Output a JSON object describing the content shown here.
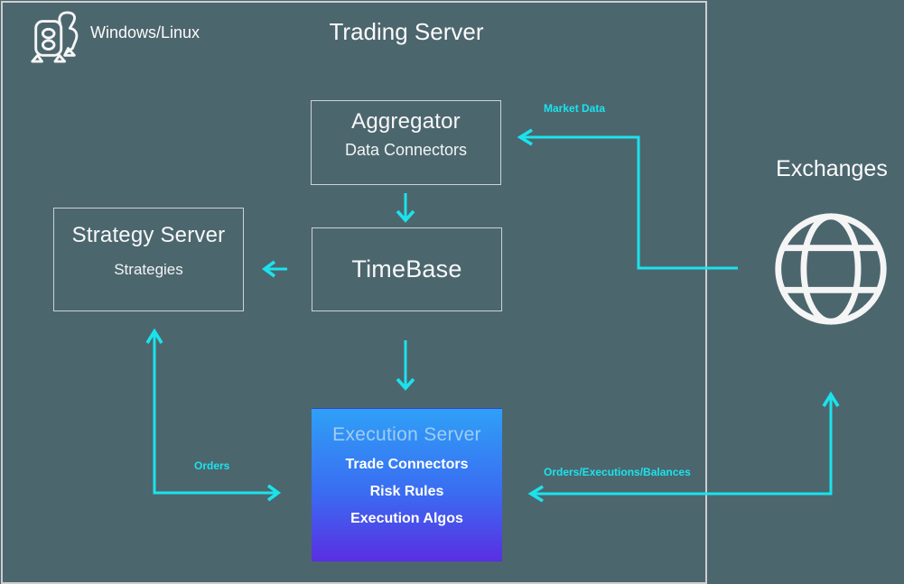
{
  "colors": {
    "background": "#4C666E",
    "accent_cyan": "#1BE3EC",
    "box_border": "#CCD2D4",
    "boundary_border": "#DBD9D9",
    "execution_gradient_top": "#2FA0F6",
    "execution_gradient_bottom": "#5A2EE2",
    "execution_title_text": "#9ECDF4",
    "text": "#F4F6F7"
  },
  "header": {
    "os_label": "Windows/Linux",
    "title": "Trading Server"
  },
  "boxes": {
    "aggregator": {
      "title": "Aggregator",
      "subtitle": "Data Connectors"
    },
    "strategy": {
      "title": "Strategy Server",
      "subtitle": "Strategies"
    },
    "timebase": {
      "title": "TimeBase"
    },
    "execution": {
      "title": "Execution Server",
      "items": [
        "Trade Connectors",
        "Risk Rules",
        "Execution Algos"
      ]
    }
  },
  "external": {
    "label": "Exchanges"
  },
  "flows": {
    "market_data": "Market Data",
    "orders": "Orders",
    "orders_executions_balances": "Orders/Executions/Balances"
  },
  "icons": [
    "windows-linux-icon",
    "globe-icon"
  ]
}
